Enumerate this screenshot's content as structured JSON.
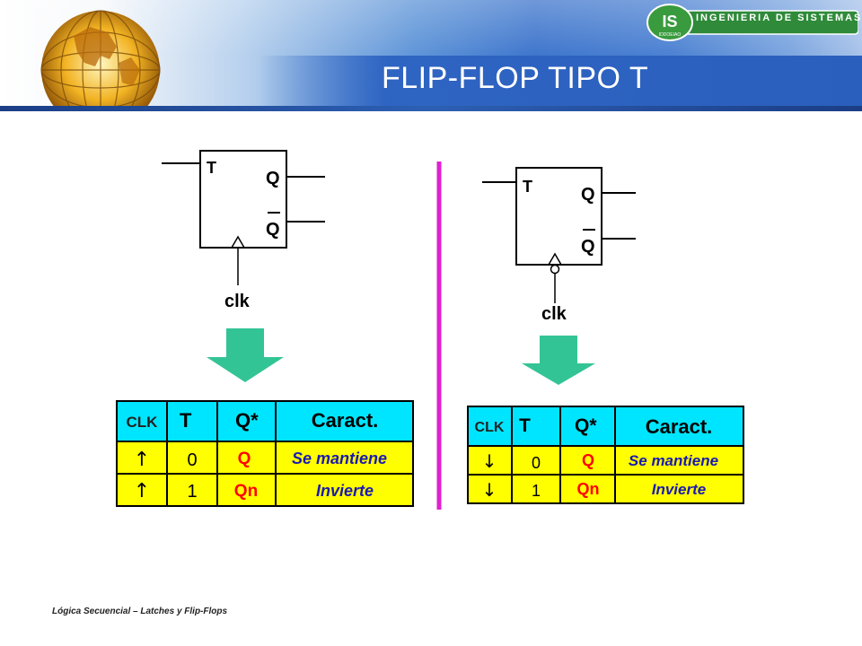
{
  "header": {
    "title": "FLIP-FLOP TIPO T",
    "logo_badge": "IS",
    "logo_subtext": "IDDOEIAO",
    "logo_text": "INGENIERIA DE SISTEMAS"
  },
  "ff_left": {
    "input": "T",
    "out_q": "Q",
    "out_qbar": "Q",
    "clock": "clk",
    "edge": "rising"
  },
  "ff_right": {
    "input": "T",
    "out_q": "Q",
    "out_qbar": "Q",
    "clock": "clk",
    "edge": "falling"
  },
  "table_left": {
    "headers": [
      "CLK",
      "T",
      "Q*",
      "Caract."
    ],
    "rows": [
      [
        "↑",
        "0",
        "Q",
        "Se mantiene"
      ],
      [
        "↑",
        "1",
        "Qn",
        "Invierte"
      ]
    ]
  },
  "table_right": {
    "headers": [
      "CLK",
      "T",
      "Q*",
      "Caract."
    ],
    "rows": [
      [
        "↓",
        "0",
        "Q",
        "Se mantiene"
      ],
      [
        "↓",
        "1",
        "Qn",
        "Invierte"
      ]
    ]
  },
  "colors": {
    "header_cell": "#00e5ff",
    "body_cell": "#ffff00",
    "q_text": "#ff0000",
    "caract_text": "#1a1ab0",
    "arrow": "#33c495",
    "divider": "#e020d0"
  },
  "footer": {
    "text": "Lógica Secuencial – Latches y Flip-Flops"
  }
}
